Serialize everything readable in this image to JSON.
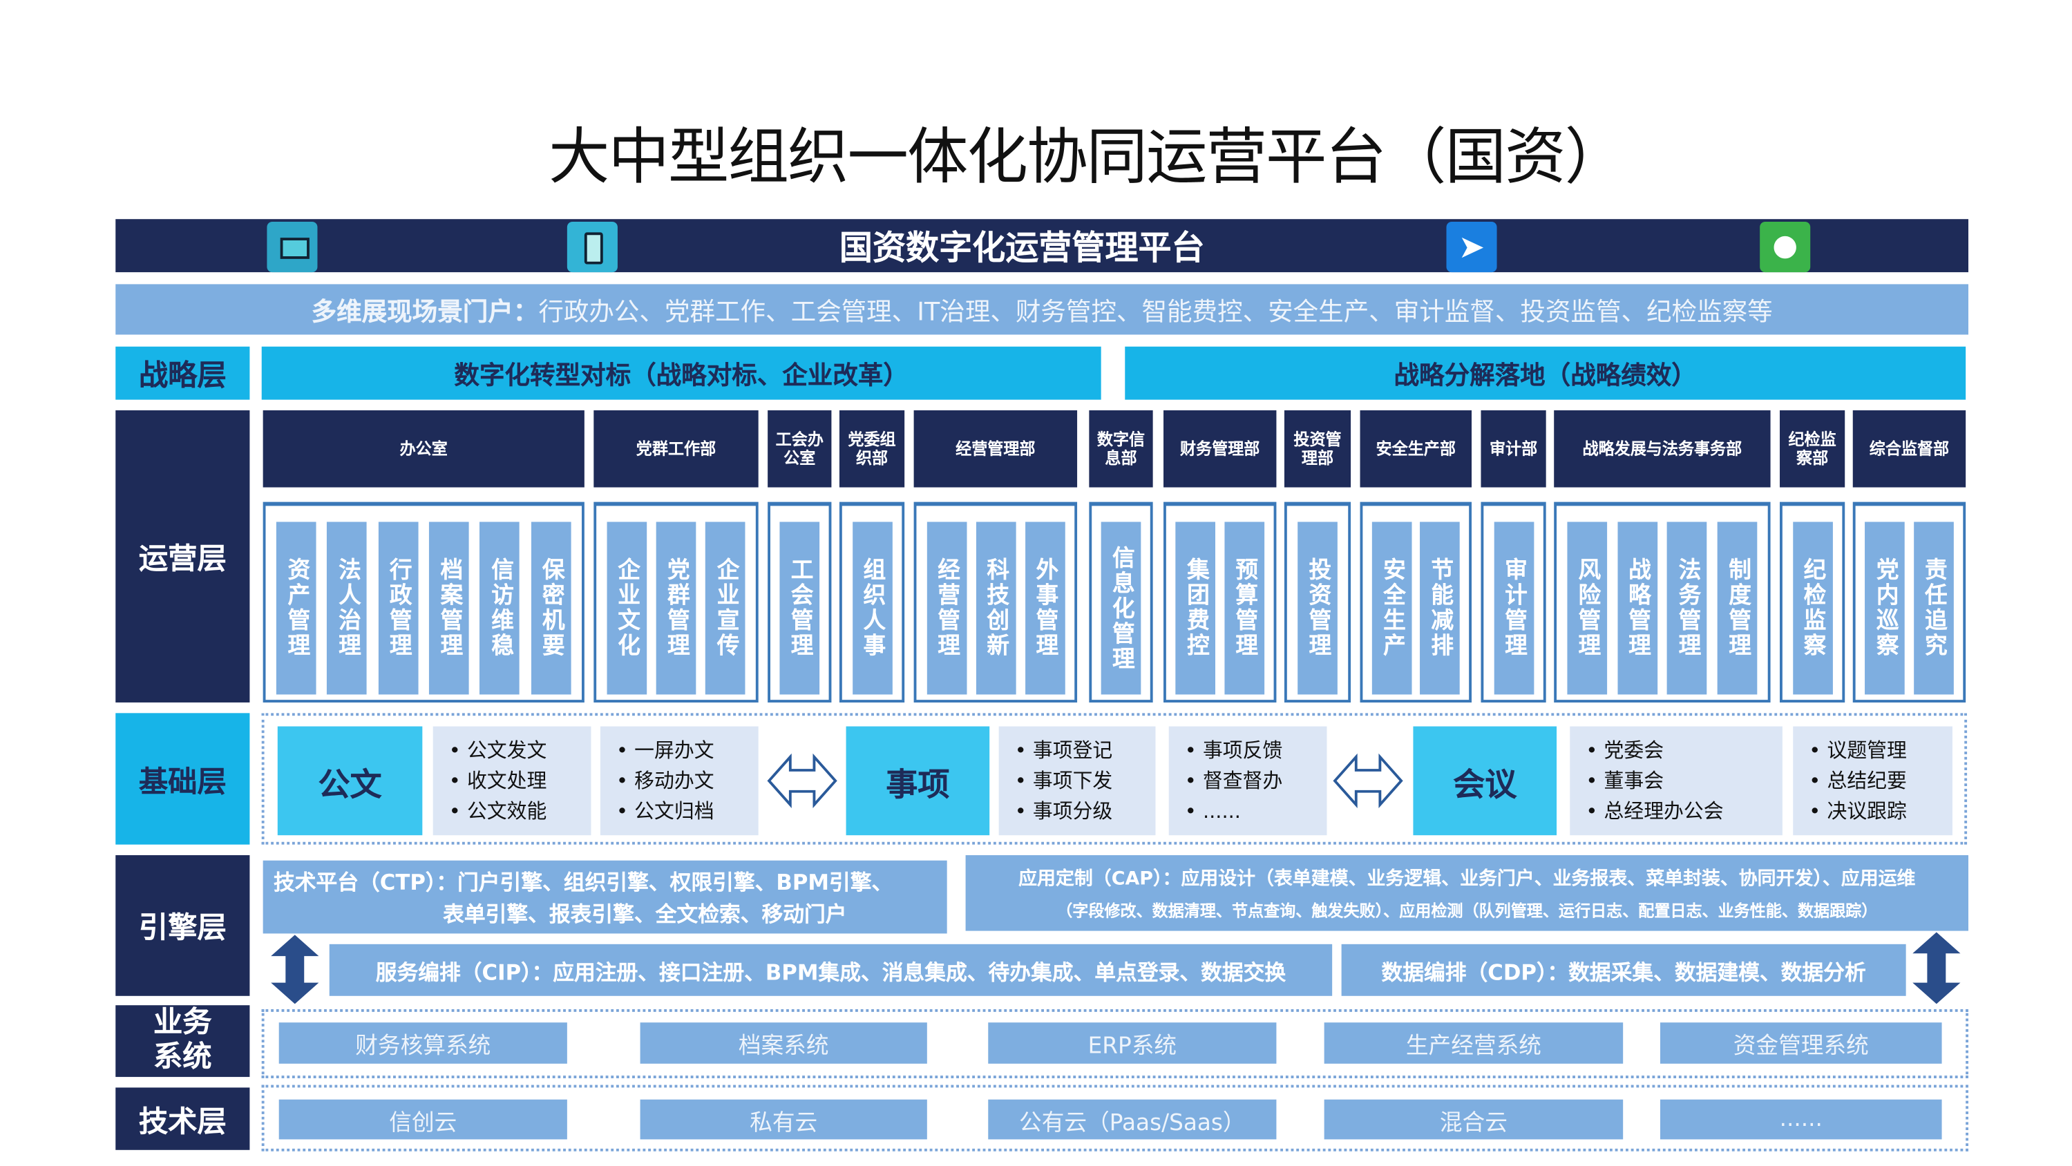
{
  "title": "大中型组织一体化协同运营平台（国资）",
  "platform": {
    "title": "国资数字化运营管理平台",
    "icons": [
      "laptop-icon",
      "tablet-icon",
      "dingtalk-icon",
      "wechat-icon"
    ]
  },
  "portal": {
    "label": "多维展现场景门户：",
    "text": "行政办公、党群工作、工会管理、IT治理、财务管控、智能费控、安全生产、审计监督、投资监管、纪检监察等"
  },
  "layers": {
    "strategy": "战略层",
    "operation": "运营层",
    "foundation": "基础层",
    "engine": "引擎层",
    "business": "业务系统",
    "tech": "技术层"
  },
  "strategy": {
    "left": "数字化转型对标（战略对标、企业改革）",
    "right": "战略分解落地（战略绩效）"
  },
  "departments": [
    {
      "name": "办公室",
      "items": [
        "资产管理",
        "法人治理",
        "行政管理",
        "档案管理",
        "信访维稳",
        "保密机要"
      ]
    },
    {
      "name": "党群工作部",
      "items": [
        "企业文化",
        "党群管理",
        "企业宣传"
      ]
    },
    {
      "name": "工会办公室",
      "items": [
        "工会管理"
      ]
    },
    {
      "name": "党委组织部",
      "items": [
        "组织人事"
      ]
    },
    {
      "name": "经营管理部",
      "items": [
        "经营管理",
        "科技创新",
        "外事管理"
      ]
    },
    {
      "name": "数字信息部",
      "items": [
        "信息化管理"
      ]
    },
    {
      "name": "财务管理部",
      "items": [
        "集团费控",
        "预算管理"
      ]
    },
    {
      "name": "投资管理部",
      "items": [
        "投资管理"
      ]
    },
    {
      "name": "安全生产部",
      "items": [
        "安全生产",
        "节能减排"
      ]
    },
    {
      "name": "审计部",
      "items": [
        "审计管理"
      ]
    },
    {
      "name": "战略发展与法务事务部",
      "items": [
        "风险管理",
        "战略管理",
        "法务管理",
        "制度管理"
      ]
    },
    {
      "name": "纪检监察部",
      "items": [
        "纪检监察"
      ]
    },
    {
      "name": "综合监督部",
      "items": [
        "党内巡察",
        "责任追究"
      ]
    }
  ],
  "foundation": {
    "doc": {
      "label": "公文",
      "list1": [
        "公文发文",
        "收文处理",
        "公文效能"
      ],
      "list2": [
        "一屏办文",
        "移动办文",
        "公文归档"
      ]
    },
    "matter": {
      "label": "事项",
      "list1": [
        "事项登记",
        "事项下发",
        "事项分级"
      ],
      "list2": [
        "事项反馈",
        "督查督办",
        "......"
      ]
    },
    "meeting": {
      "label": "会议",
      "list1": [
        "党委会",
        "董事会",
        "总经理办公会"
      ],
      "list2": [
        "议题管理",
        "总结纪要",
        "决议跟踪"
      ]
    }
  },
  "engine": {
    "ctp1": "技术平台（CTP）：门户引擎、组织引擎、权限引擎、BPM引擎、",
    "ctp2": "表单引擎、报表引擎、全文检索、移动门户",
    "cap1": "应用定制（CAP）：应用设计（表单建模、业务逻辑、业务门户、业务报表、菜单封装、协同开发）、应用运维",
    "cap2": "（字段修改、数据清理、节点查询、触发失败）、应用检测（队列管理、运行日志、配置日志、业务性能、数据跟踪）",
    "cip": "服务编排（CIP）：应用注册、接口注册、BPM集成、消息集成、待办集成、单点登录、数据交换",
    "cdp": "数据编排（CDP）：数据采集、数据建模、数据分析"
  },
  "business_systems": [
    "财务核算系统",
    "档案系统",
    "ERP系统",
    "生产经营系统",
    "资金管理系统"
  ],
  "tech_clouds": [
    "信创云",
    "私有云",
    "公有云（Paas/Saas）",
    "混合云",
    "......"
  ]
}
